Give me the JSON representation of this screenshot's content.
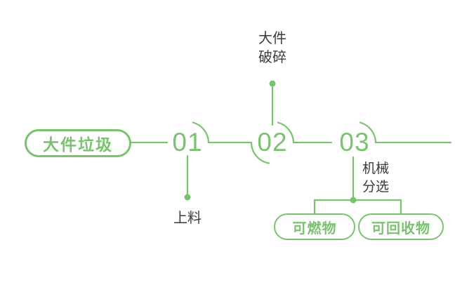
{
  "colors": {
    "accent": "#79c36f",
    "text": "#3a3a3a",
    "background": "#ffffff"
  },
  "diagram": {
    "source": {
      "label": "大件垃圾"
    },
    "steps": [
      {
        "number": "01",
        "label": "上料",
        "label_position": "below"
      },
      {
        "number": "02",
        "label": "大件破碎",
        "label_lines": [
          "大件",
          "破碎"
        ],
        "label_position": "above"
      },
      {
        "number": "03",
        "label": "机械分选",
        "label_lines": [
          "机械",
          "分选"
        ],
        "label_position": "right-below"
      }
    ],
    "outputs": [
      {
        "label": "可燃物"
      },
      {
        "label": "可回收物"
      }
    ]
  }
}
